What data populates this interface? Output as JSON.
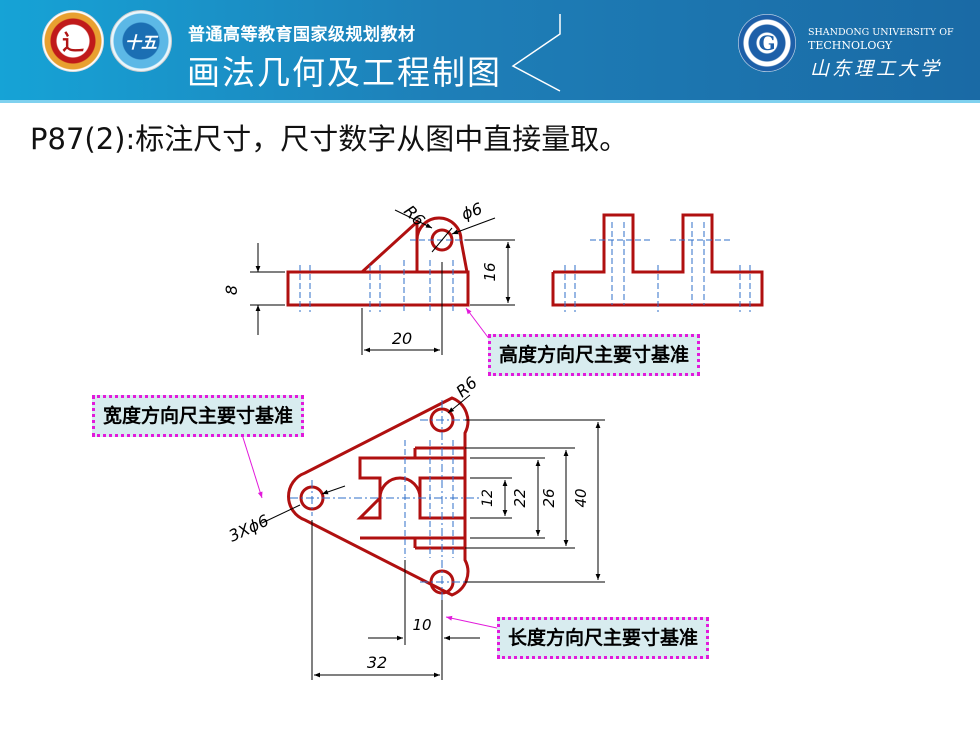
{
  "header": {
    "series": "普通高等教育国家级规划教材",
    "course": "画法几何及工程制图",
    "university_en_line1": "SHANDONG UNIVERSITY OF",
    "university_en_line2": "TECHNOLOGY",
    "university_cn": "山东理工大学",
    "badges": [
      {
        "icon": "publisher-emblem-icon",
        "glyph": "辶"
      },
      {
        "icon": "eleventh-five-year-plan-icon",
        "glyph": "十五"
      },
      {
        "icon": "university-seal-icon",
        "glyph": "G"
      }
    ],
    "colors": {
      "banner": "#1a86c4",
      "accent": "#7fd1ef"
    }
  },
  "title": "P87(2):标注尺寸，尺寸数字从图中直接量取。",
  "drawing": {
    "line_color": "#b01010",
    "dim_color": "#000000",
    "centerline_color": "#2f6fc9",
    "front_view_dims": {
      "radius": "R6",
      "diameter": "ϕ6",
      "height_left": "8",
      "height_right": "16",
      "length_bottom": "20"
    },
    "top_view_dims": {
      "radius": "R6",
      "holes": "3Xϕ6",
      "d12": "12",
      "d22": "22",
      "d26": "26",
      "d40": "40",
      "d10": "10",
      "d32": "32"
    }
  },
  "callouts": {
    "height_datum": "高度方向尺主要寸基准",
    "width_datum": "宽度方向尺主要寸基准",
    "length_datum": "长度方向尺主要寸基准",
    "border_color": "#e21adb",
    "fill_color": "#d8ecef"
  }
}
